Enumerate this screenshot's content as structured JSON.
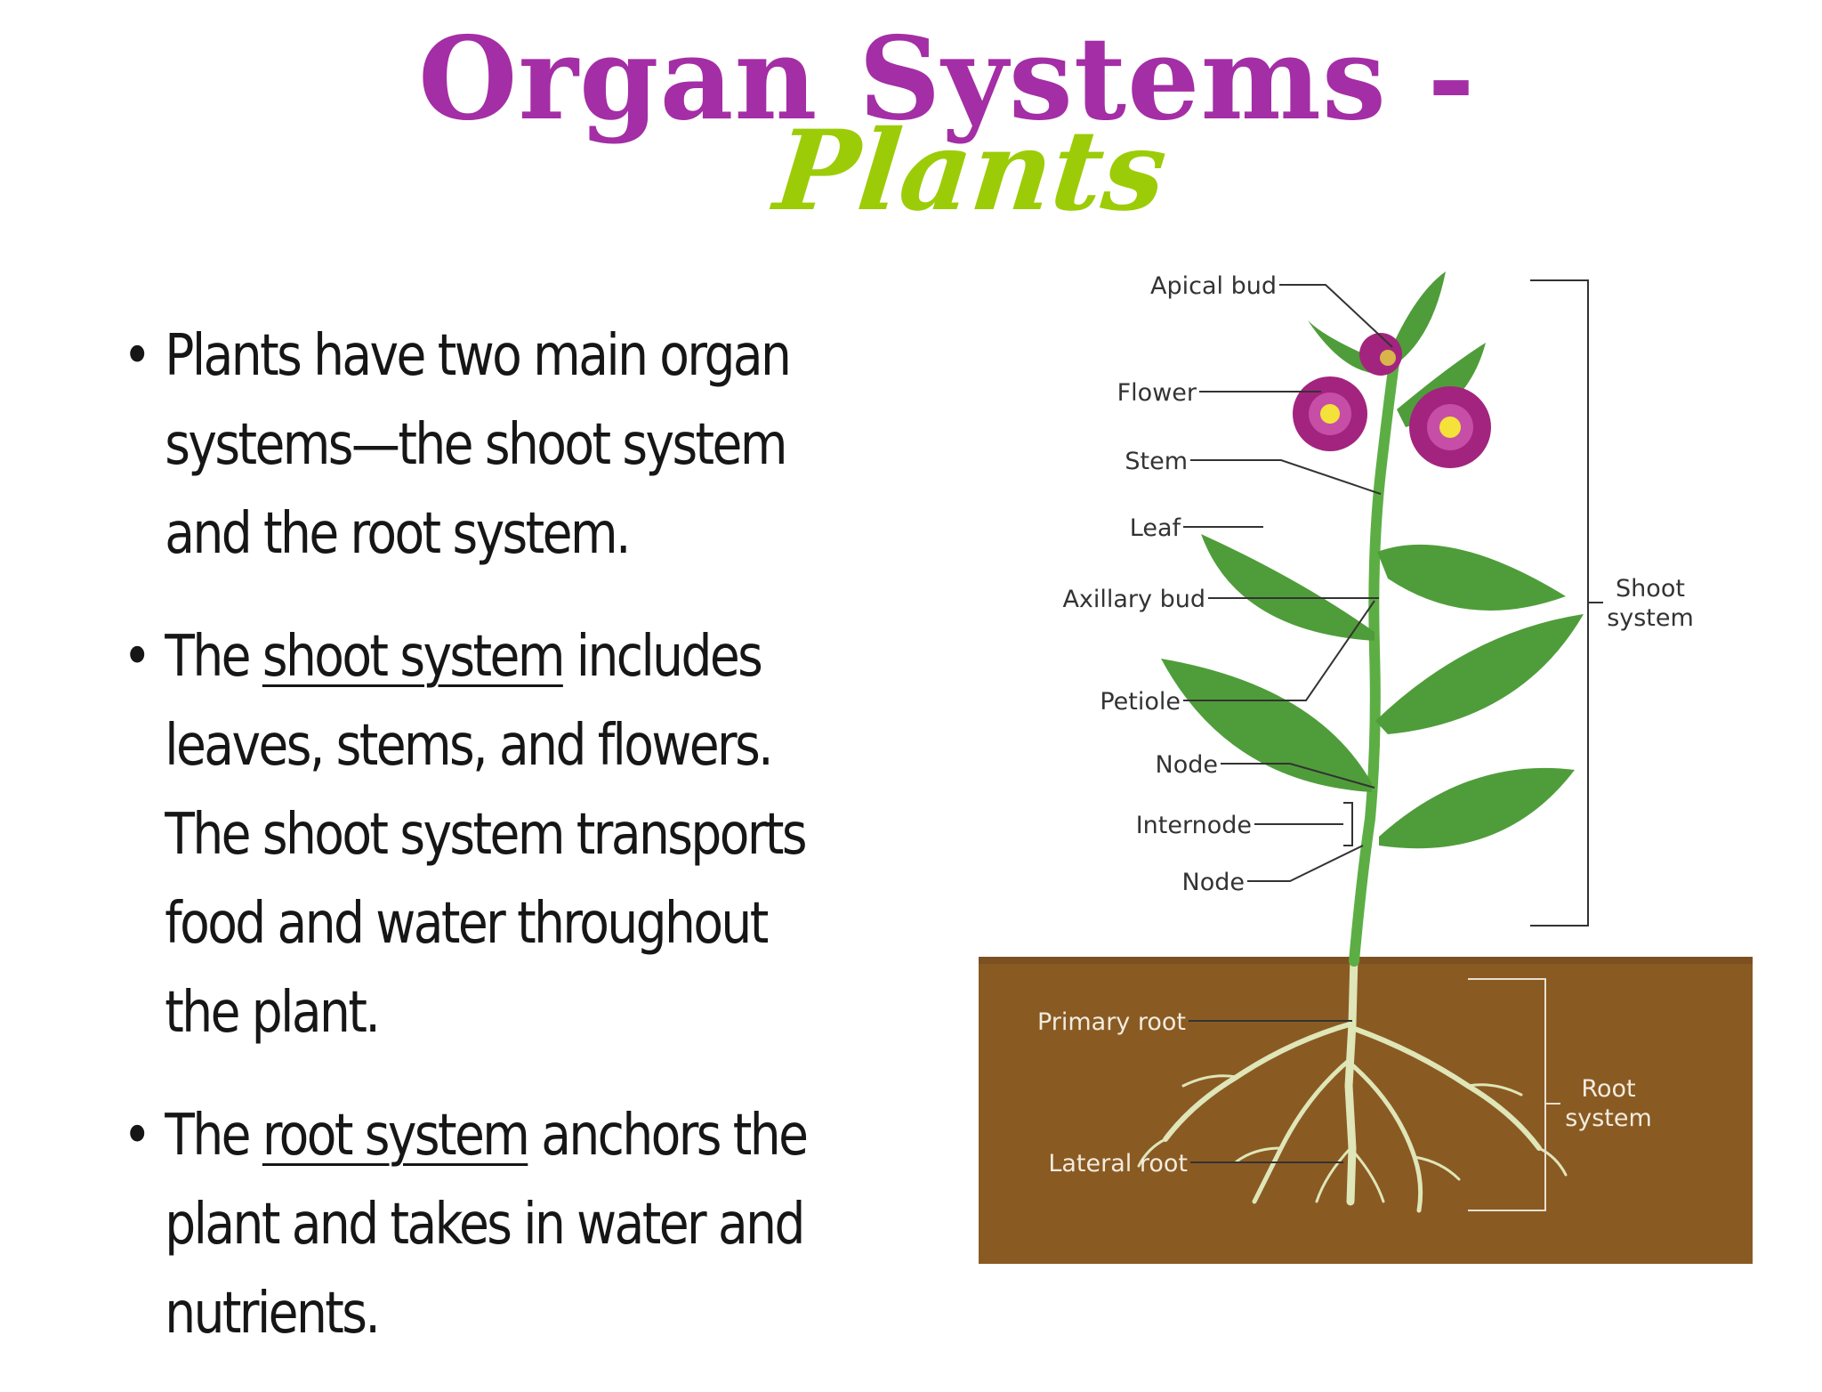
{
  "title": {
    "main": "Organ Systems -",
    "sub": "Plants"
  },
  "bullets": [
    {
      "before": "Plants have two main organ systems—the shoot system and the root system.",
      "underlined": "",
      "after": ""
    },
    {
      "before": "The ",
      "underlined": "shoot system",
      "after": " includes leaves, stems, and flowers. The shoot system transports food and water throughout the plant."
    },
    {
      "before": "The ",
      "underlined": "root system",
      "after": " anchors the plant and takes in water and nutrients."
    }
  ],
  "diagram": {
    "labels": {
      "apical_bud": "Apical bud",
      "flower": "Flower",
      "stem": "Stem",
      "leaf": "Leaf",
      "axillary_bud": "Axillary bud",
      "petiole": "Petiole",
      "node_upper": "Node",
      "internode": "Internode",
      "node_lower": "Node",
      "primary_root": "Primary root",
      "lateral_root": "Lateral root"
    },
    "shoot_system": [
      "Shoot",
      "system"
    ],
    "root_system": [
      "Root",
      "system"
    ]
  },
  "colors": {
    "title": "#a42ea5",
    "subtitle": "#9ccc08",
    "soil": "#8a5a23",
    "leaf": "#4f9d3a",
    "stem": "#5cae44",
    "flower": "#a3247e",
    "root": "#dfe6b8"
  }
}
